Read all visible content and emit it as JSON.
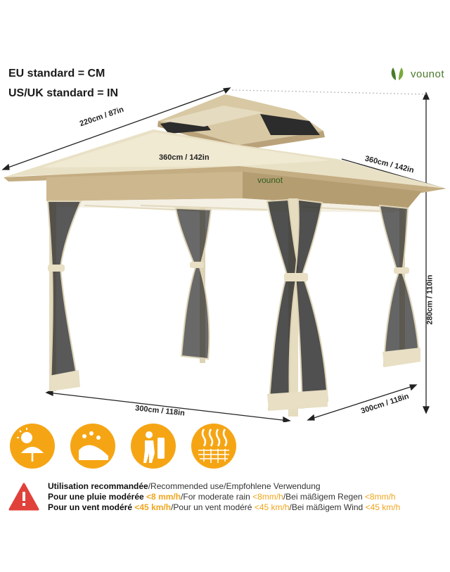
{
  "standards": {
    "eu": "EU standard = CM",
    "uk": "US/UK standard = IN"
  },
  "brand": {
    "name": "vounot",
    "color": "#4a7a2c"
  },
  "dimensions": {
    "top_depth": "220cm / 87in",
    "roof_width": "360cm / 142in",
    "roof_depth": "360cm / 142in",
    "height": "280cm / 110in",
    "base_width": "300cm / 118in",
    "base_depth": "300cm / 118in"
  },
  "colors": {
    "canopy": "#e9e1c6",
    "canopy_shade": "#c8b48c",
    "frame": "#e6dcc0",
    "mesh": "#2a2a2a",
    "accent": "#f5a514"
  },
  "icons": [
    "uv-protection-icon",
    "rain-resistant-icon",
    "easy-setup-icon",
    "heat-resistant-icon",
    "warning-icon"
  ],
  "usage": {
    "line1_bold": "Utilisation recommandée",
    "line1_rest": "/Recommended use/Empfohlene Verwendung",
    "line2_bold": "Pour une pluie modérée",
    "line2_val": "<8 mm/h",
    "line2_mid": "/For moderate rain",
    "line2_val2": "<8mm/h",
    "line2_mid2": "/Bei mäßigem Regen",
    "line2_val3": "<8mm/h",
    "line3_bold": "Pour un vent modéré",
    "line3_val": "<45 km/h",
    "line3_mid": "/Pour un vent modéré",
    "line3_val2": "<45 km/h",
    "line3_mid2": "/Bei mäßigem Wind",
    "line3_val3": "<45 km/h"
  }
}
